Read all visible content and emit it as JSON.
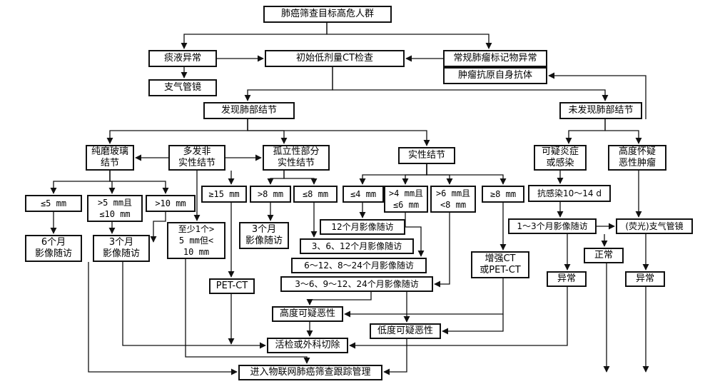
{
  "nodes": {
    "top": "肺癌筛查目标高危人群",
    "sputum": "痰液异常",
    "initial_ct": "初始低剂量CT检查",
    "marker": "常规肺瘤标记物异常",
    "bronch": "支气管镜",
    "antibody": "肿瘤抗原自身抗体",
    "found": "发现肺部结节",
    "notfound": "未发现肺部结节",
    "ggn": "纯磨玻璃\n结节",
    "multi": "多发非\n实性结节",
    "solitary": "孤立性部分\n实性结节",
    "solid": "实性结节",
    "infection": "可疑炎症\n或感染",
    "malignant_susp": "高度怀疑\n恶性肿瘤",
    "le5": "≤5 mm",
    "g5le10": ">5 mm且\n≤10 mm",
    "g10": ">10 mm",
    "ge15": "≥15 mm",
    "g8": ">8 mm",
    "le8": "≤8 mm",
    "le4": "≤4 mm",
    "g4le6": ">4 mm且\n≤6 mm",
    "g6l8": ">6 mm且\n<8 mm",
    "ge8": "≥8 mm",
    "anti_inf": "抗感染10～14 d",
    "m6": "6个月\n影像随访",
    "m3a": "3个月\n影像随访",
    "atleast1": "至少1个>\n5 mm但<\n10 mm",
    "m3b": "3个月\n影像随访",
    "m12": "12个月影像随访",
    "m3_6_12": "3、6、12个月影像随访",
    "m6_24": "6～12、8～24个月影像随访",
    "m3_24": "3～6、9～12、24个月影像随访",
    "m1_3": "1～3个月影像随访",
    "fluor": "(荧光)支气管镜",
    "enhanced": "增强CT\n或PET-CT",
    "petct": "PET-CT",
    "normal": "正常",
    "abn1": "异常",
    "abn2": "异常",
    "high_susp": "高度可疑恶性",
    "low_susp": "低度可疑恶性",
    "biopsy": "活检或外科切除",
    "iot": "进入物联网肺癌筛查跟踪管理"
  }
}
